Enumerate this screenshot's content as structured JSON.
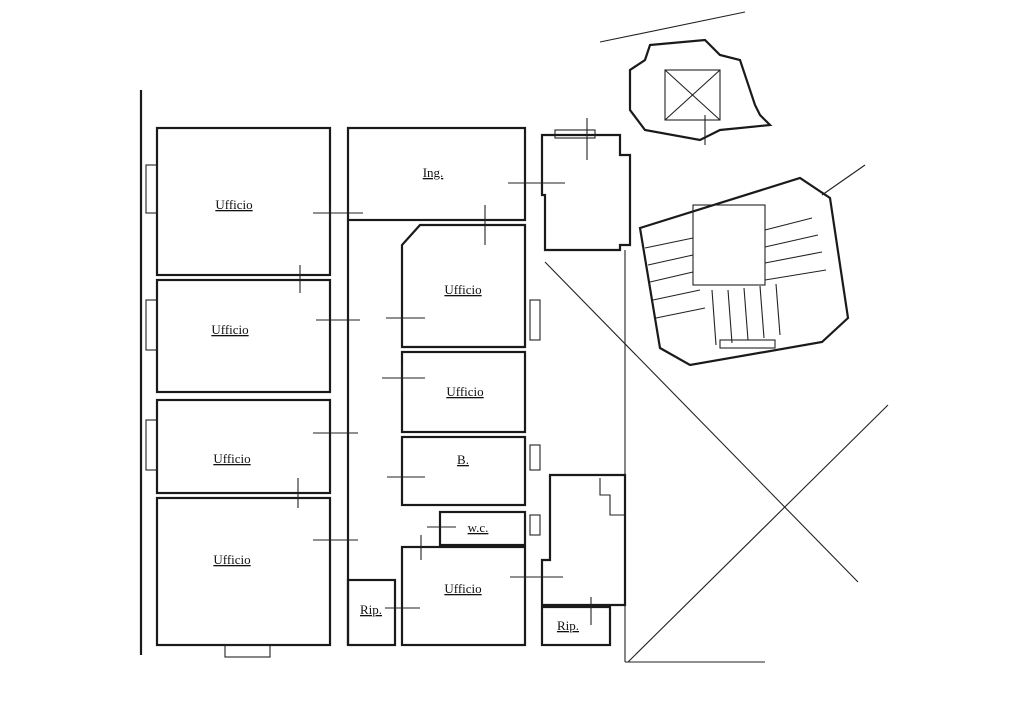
{
  "plan": {
    "rooms": [
      {
        "id": "ufficio-left-1",
        "label": "Ufficio"
      },
      {
        "id": "ufficio-left-2",
        "label": "Ufficio"
      },
      {
        "id": "ufficio-left-3",
        "label": "Ufficio"
      },
      {
        "id": "ufficio-left-4",
        "label": "Ufficio"
      },
      {
        "id": "ingresso",
        "label": "Ing."
      },
      {
        "id": "ufficio-center-1",
        "label": "Ufficio"
      },
      {
        "id": "ufficio-center-2",
        "label": "Ufficio"
      },
      {
        "id": "bagno",
        "label": "B."
      },
      {
        "id": "wc",
        "label": "w.c."
      },
      {
        "id": "ufficio-center-3",
        "label": "Ufficio"
      },
      {
        "id": "ripostiglio-1",
        "label": "Rip."
      },
      {
        "id": "ripostiglio-2",
        "label": "Rip."
      }
    ]
  }
}
